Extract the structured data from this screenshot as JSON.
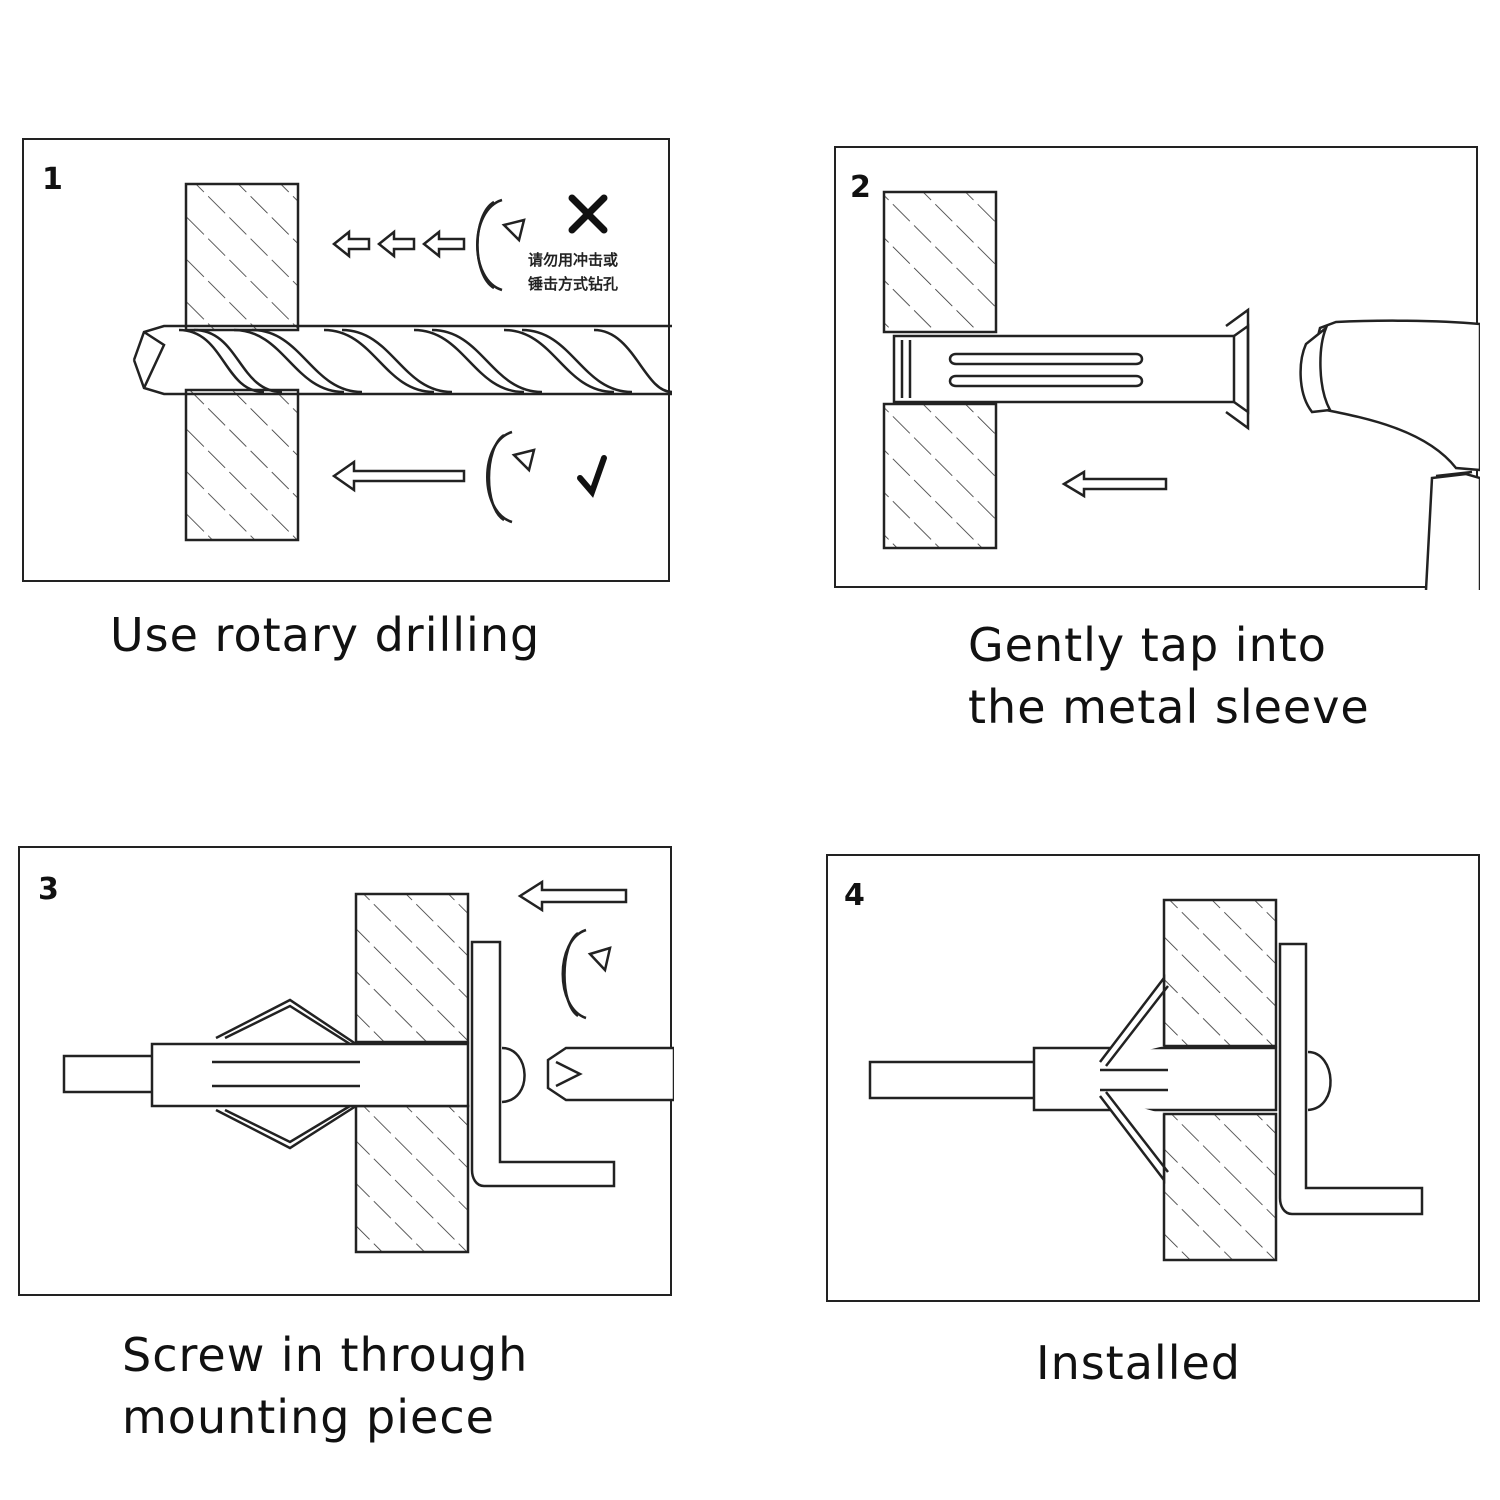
{
  "steps": [
    {
      "number": "1",
      "caption_lines": [
        "Use rotary drilling"
      ],
      "note_lines": [
        "请勿用冲击或",
        "锤击方式钻孔"
      ]
    },
    {
      "number": "2",
      "caption_lines": [
        "Gently tap into",
        "the metal sleeve"
      ]
    },
    {
      "number": "3",
      "caption_lines": [
        "Screw in through",
        "mounting piece"
      ]
    },
    {
      "number": "4",
      "caption_lines": [
        "Installed"
      ]
    }
  ],
  "colors": {
    "line": "#222222",
    "background": "#ffffff"
  }
}
